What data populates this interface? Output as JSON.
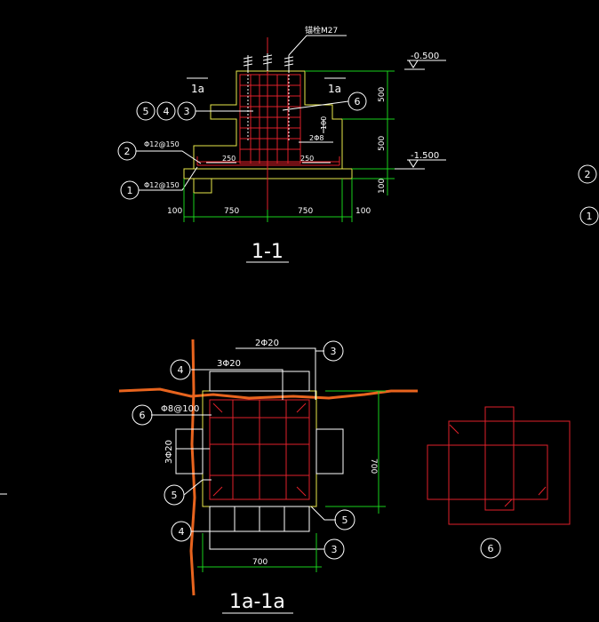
{
  "colors": {
    "background": "#000000",
    "outline": "#e8e84a",
    "rebar": "#e0202a",
    "dimension": "#19d11c",
    "text": "#ffffff",
    "ground_line": "#e8641e"
  },
  "section_1_1": {
    "title": "1-1",
    "anchor_label": "锚栓M27",
    "elevation_top": "-0.500",
    "elevation_bottom": "-1.500",
    "section_mark_left": "1a",
    "section_mark_right": "1a",
    "rebar_label_1": "Φ12@150",
    "rebar_label_2": "Φ12@150",
    "stirrup_label": "2Φ8",
    "dim_250_left": "250",
    "dim_250_right": "250",
    "dim_100_small": "100",
    "dim_bottom": [
      "100",
      "750",
      "750",
      "100"
    ],
    "dim_right": [
      "500",
      "500",
      "100"
    ],
    "callouts": {
      "c5": "5",
      "c4": "4",
      "c3": "3",
      "c6": "6",
      "c2": "2",
      "c1": "1"
    }
  },
  "edge_callouts": {
    "c2": "2",
    "c1": "1"
  },
  "section_1a_1a": {
    "title": "1a-1a",
    "top_bars": "2Φ20",
    "mid_bars": "3Φ20",
    "stirrup": "Φ8@100",
    "side_bars": "3Φ20",
    "dim_right": "700",
    "dim_bottom": "700",
    "callouts": {
      "top3": "3",
      "top4": "4",
      "c6": "6",
      "c5": "5",
      "bot4": "4",
      "right5": "5",
      "bot3": "3"
    }
  },
  "stirrup_detail": {
    "callout": "6"
  }
}
